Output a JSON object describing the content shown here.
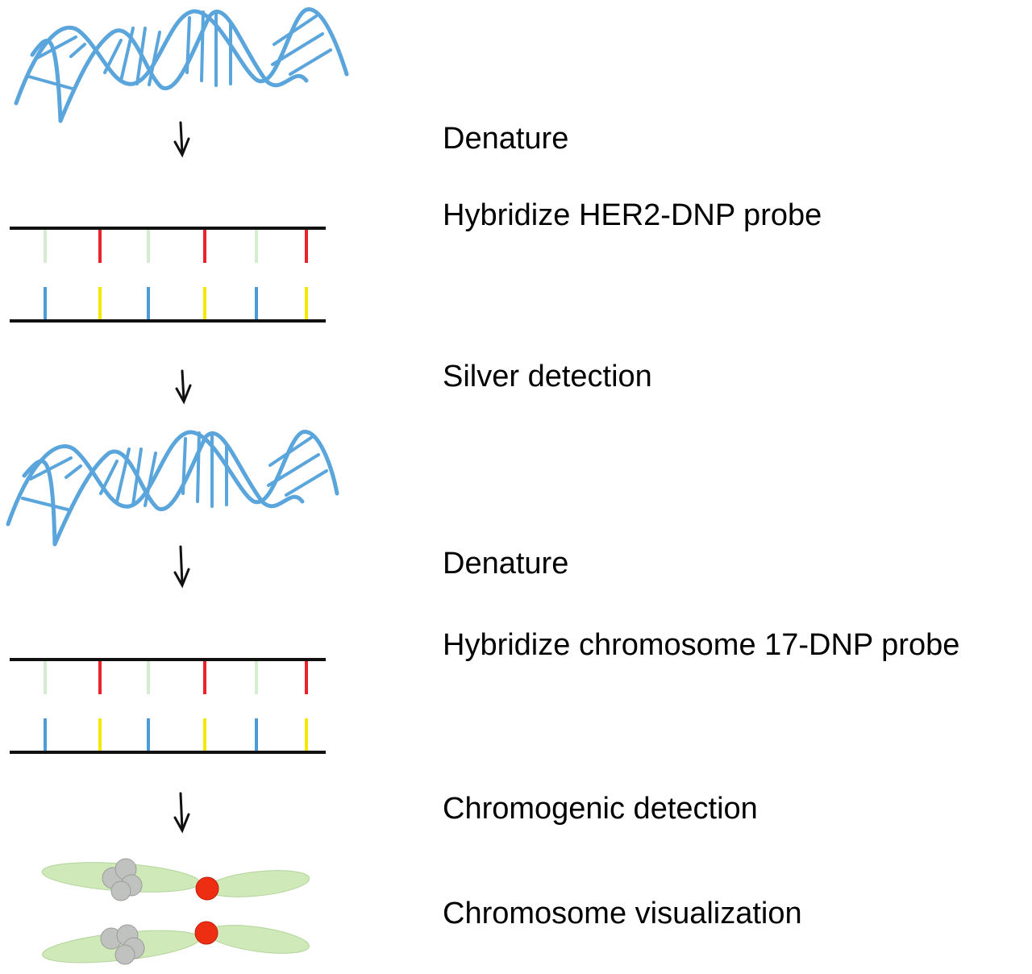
{
  "steps": [
    {
      "label": "Denature"
    },
    {
      "label": "Hybridize HER2-DNP probe"
    },
    {
      "label": "Silver detection"
    },
    {
      "label": "Denature"
    },
    {
      "label": "Hybridize chromosome 17-DNP probe"
    },
    {
      "label": "Chromogenic detection"
    },
    {
      "label": "Chromosome visualization"
    }
  ],
  "icons": {
    "helix": "dna-double-helix-icon",
    "arrow": "down-arrow-icon",
    "strands": "denatured-strands-icon",
    "chromosome": "chromosome-icon"
  },
  "colors": {
    "helix": "#5aa5dc",
    "strand": "#111111",
    "rung_pale_green": "#d4ecd0",
    "rung_red": "#e8232b",
    "rung_blue": "#4c9bd9",
    "rung_yellow": "#f3e900",
    "chromosome_fill": "#cfeab8",
    "signal_red": "#ee2e13",
    "signal_grey": "#c0c2c0"
  }
}
